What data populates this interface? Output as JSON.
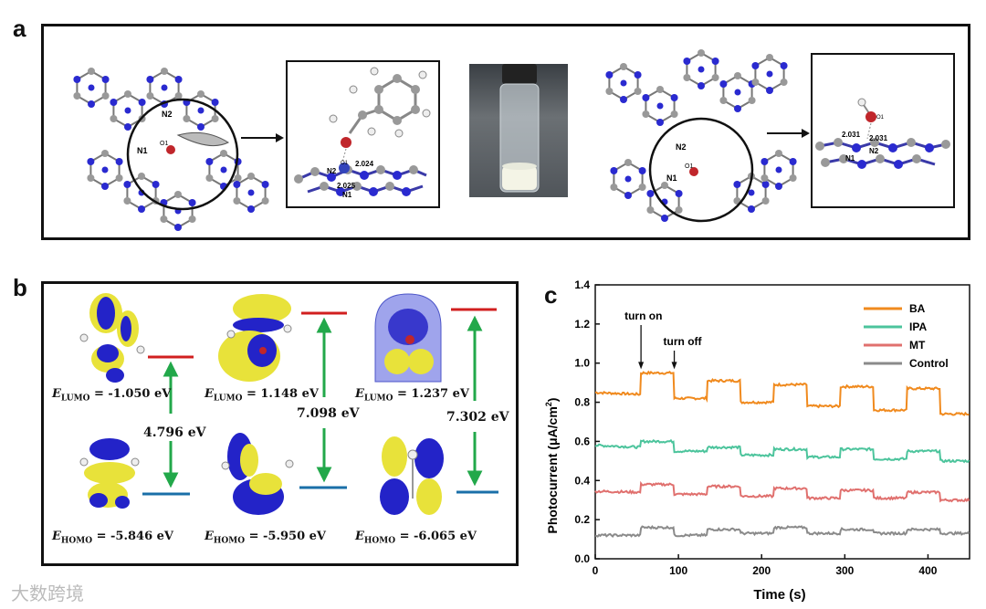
{
  "panels": {
    "a": "a",
    "b": "b",
    "c": "c"
  },
  "panel_a": {
    "left_labels": {
      "n1": "N1",
      "n2": "N2",
      "o1": "O1"
    },
    "left_zoom": {
      "n1": "N1",
      "n2": "N2",
      "bond1": "2.024",
      "bond2": "2.025",
      "o1": "O1"
    },
    "right_labels": {
      "n1": "N1",
      "n2": "N2",
      "o1": "O1"
    },
    "right_zoom": {
      "n1": "N1",
      "n2": "N2",
      "bond1": "2.031",
      "bond2": "2.031",
      "o1": "O1"
    }
  },
  "panel_b": {
    "columns": [
      {
        "lumo_label": "E",
        "lumo_sub": "LUMO",
        "lumo_value": " = -1.050 eV",
        "homo_label": "E",
        "homo_sub": "HOMO",
        "homo_value": " = -5.846 eV",
        "gap": "4.796 eV"
      },
      {
        "lumo_label": "E",
        "lumo_sub": "LUMO",
        "lumo_value": " = 1.148 eV",
        "homo_label": "E",
        "homo_sub": "HOMO",
        "homo_value": " = -5.950 eV",
        "gap": "7.098 eV"
      },
      {
        "lumo_label": "E",
        "lumo_sub": "LUMO",
        "lumo_value": " = 1.237 eV",
        "homo_label": "E",
        "homo_sub": "HOMO",
        "homo_value": " -6.065 eV",
        "homo_value_prefix": " = ",
        "gap": "7.302 eV"
      }
    ],
    "colors": {
      "lumo_line": "#d11f1f",
      "homo_line": "#1a6fa8",
      "arrow": "#22a84a",
      "orbital_yellow": "#e8e23a",
      "orbital_blue": "#2323c8"
    }
  },
  "chart_data": {
    "type": "line",
    "xlabel": "Time (s)",
    "ylabel": "Photocurrent (μA/cm²)",
    "ylabel_main": "Photocurrent (",
    "ylabel_unit": "μA/cm",
    "ylabel_sup": "2",
    "ylabel_close": ")",
    "xlim": [
      0,
      450
    ],
    "ylim": [
      0.0,
      1.4
    ],
    "xticks": [
      "0",
      "100",
      "200",
      "300",
      "400"
    ],
    "xtick_values": [
      0,
      100,
      200,
      300,
      400
    ],
    "yticks": [
      "0.0",
      "0.2",
      "0.4",
      "0.6",
      "0.8",
      "1.0",
      "1.2",
      "1.4"
    ],
    "ytick_values": [
      0.0,
      0.2,
      0.4,
      0.6,
      0.8,
      1.0,
      1.2,
      1.4
    ],
    "legend_position": "top-right",
    "annotations": [
      {
        "text": "turn on",
        "x": 55,
        "y": 0.95
      },
      {
        "text": "turn off",
        "x": 95,
        "y": 0.95
      }
    ],
    "on_intervals": [
      [
        55,
        95
      ],
      [
        135,
        175
      ],
      [
        215,
        255
      ],
      [
        295,
        335
      ],
      [
        375,
        415
      ]
    ],
    "series": [
      {
        "name": "BA",
        "color": "#f08a1e",
        "dark": [
          0.84,
          0.82,
          0.8,
          0.78,
          0.76,
          0.74,
          0.72
        ],
        "light": [
          0.95,
          0.91,
          0.89,
          0.88,
          0.87
        ]
      },
      {
        "name": "IPA",
        "color": "#4cc49c",
        "dark": [
          0.57,
          0.55,
          0.53,
          0.52,
          0.51,
          0.5,
          0.49
        ],
        "light": [
          0.6,
          0.57,
          0.56,
          0.56,
          0.55
        ]
      },
      {
        "name": "MT",
        "color": "#e0706e",
        "dark": [
          0.34,
          0.33,
          0.32,
          0.31,
          0.31,
          0.3,
          0.29
        ],
        "light": [
          0.38,
          0.37,
          0.36,
          0.35,
          0.34
        ]
      },
      {
        "name": "Control",
        "color": "#8a8a8a",
        "dark": [
          0.12,
          0.12,
          0.13,
          0.13,
          0.13,
          0.13,
          0.13
        ],
        "light": [
          0.16,
          0.15,
          0.16,
          0.15,
          0.15
        ]
      }
    ]
  },
  "watermark": "大数跨境"
}
